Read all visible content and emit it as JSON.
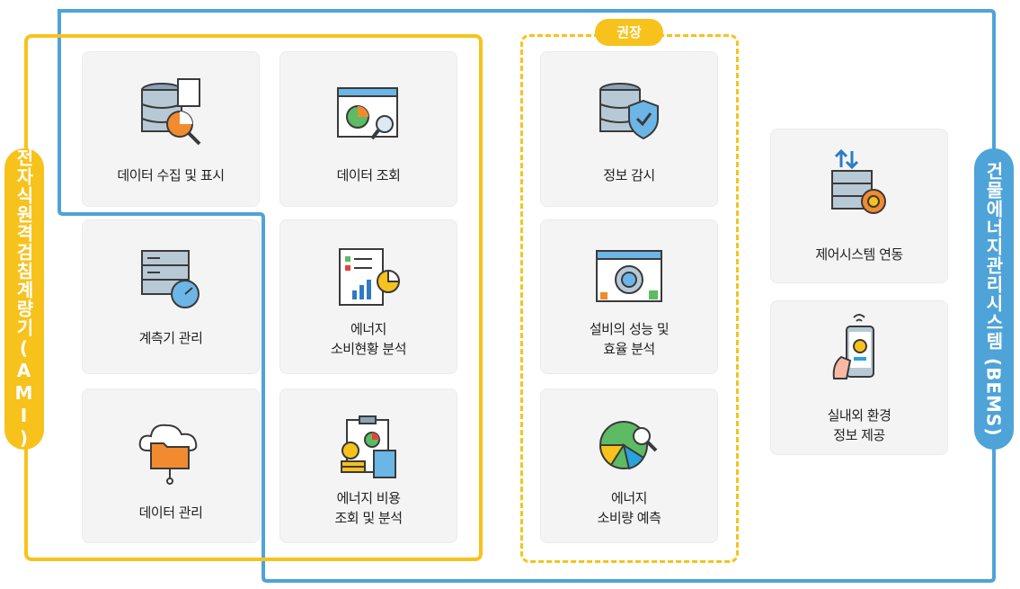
{
  "colors": {
    "ami": "#f7c21b",
    "bems": "#4ea3d8",
    "recommended": "#f7c21b",
    "card_bg": "#f4f4f5"
  },
  "ami_label": "전자식원격검침계량기(AMI)",
  "bems_label": "건물에너지관리시스템 (BEMS)",
  "recommended_badge": "권장",
  "cards": {
    "collect": {
      "label": "데이터 수집 및 표시",
      "icon": "database-search-icon"
    },
    "lookup": {
      "label": "데이터 조회",
      "icon": "chart-window-search-icon"
    },
    "meter": {
      "label": "계측기 관리",
      "icon": "server-gauge-icon"
    },
    "analysis": {
      "label_line1": "에너지",
      "label_line2": "소비현황 분석",
      "icon": "report-chart-icon"
    },
    "data_mgmt": {
      "label": "데이터 관리",
      "icon": "cloud-folder-icon"
    },
    "cost": {
      "label_line1": "에너지 비용",
      "label_line2": "조회 및 분석",
      "icon": "clipboard-calculator-icon"
    },
    "monitor": {
      "label": "정보 감시",
      "icon": "database-shield-icon"
    },
    "equipment": {
      "label_line1": "설비의 성능 및",
      "label_line2": "효율 분석",
      "icon": "dashboard-gear-icon"
    },
    "predict": {
      "label_line1": "에너지",
      "label_line2": "소비량 예측",
      "icon": "pie-chart-search-icon"
    },
    "control": {
      "label": "제어시스템 연동",
      "icon": "server-gear-icon"
    },
    "indoor": {
      "label_line1": "실내외 환경",
      "label_line2": "정보 제공",
      "icon": "mobile-app-icon"
    }
  }
}
